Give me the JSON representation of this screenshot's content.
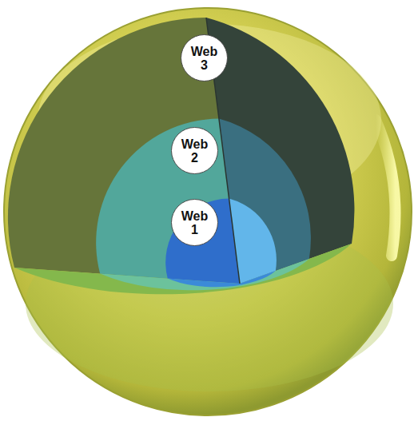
{
  "diagram": {
    "nodes": [
      {
        "text": [
          "Web 3"
        ]
      },
      {
        "text": [
          "Web 2"
        ]
      },
      {
        "text": [
          "Web 1"
        ]
      }
    ]
  }
}
